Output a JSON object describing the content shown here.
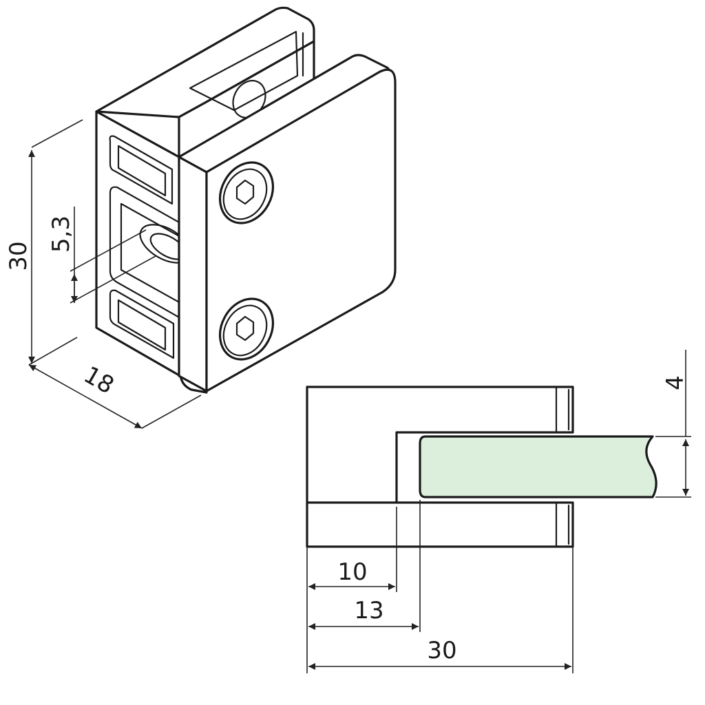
{
  "colors": {
    "line": "#1a1a1a",
    "background": "#ffffff",
    "glass_fill": "#dcefdc"
  },
  "isometric_view": {
    "dimensions": {
      "height": "30",
      "hole_size": "5,3",
      "depth": "18"
    }
  },
  "section_view": {
    "dimensions": {
      "glass_thickness": "4",
      "slot_depth": "10",
      "glass_insertion": "13",
      "total_width": "30"
    }
  }
}
